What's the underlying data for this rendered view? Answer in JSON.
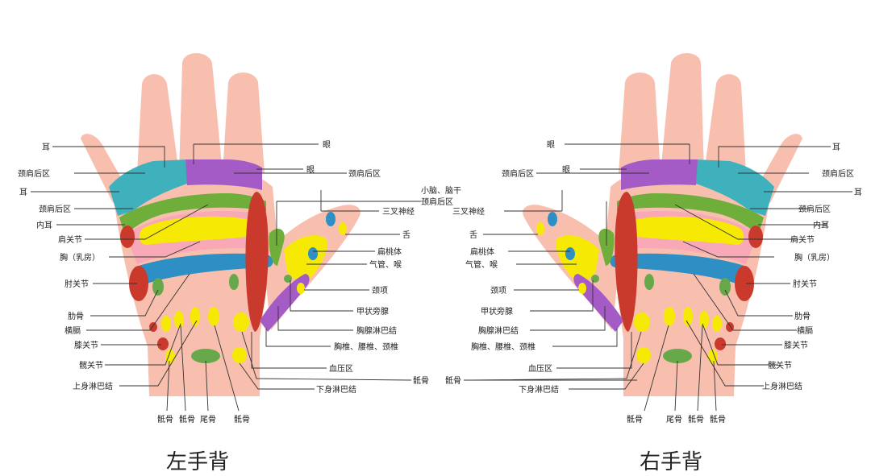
{
  "colors": {
    "skin": "#f8bfae",
    "pink": "#f8a8b6",
    "teal": "#3fb1bd",
    "purple": "#a55bc6",
    "green": "#6fae3a",
    "yellow": "#f6ea05",
    "red": "#c93a2c",
    "blue": "#2d8fc3",
    "olive": "#67a84a"
  },
  "left_hand": {
    "title": "左手背",
    "labels": {
      "ear_top": "耳",
      "neck_shoulder_back": "颈肩后区",
      "ear_side": "耳",
      "neck_shoulder_back_2": "颈肩后区",
      "inner_ear": "内耳",
      "shoulder_joint": "肩关节",
      "chest": "胸（乳房）",
      "elbow_joint": "肘关节",
      "rib": "肋骨",
      "diaphragm": "横膈",
      "knee_joint": "膝关节",
      "hip_joint": "髋关节",
      "upper_lymph": "上身淋巴结",
      "eye_top": "眼",
      "eye_mid": "眼",
      "neck_shoulder_back_r": "颈肩后区",
      "cerebellum": "小脑、脑干",
      "trigeminal": "三叉神经",
      "tongue": "舌",
      "tonsil": "扁桃体",
      "trachea": "气管、喉",
      "neck": "颈项",
      "parathyroid": "甲状旁腺",
      "thoracic_lymph": "胸腺淋巴结",
      "spine": "胸椎、腰椎、颈椎",
      "blood_pressure": "血压区",
      "sacrum_side": "骶骨",
      "lower_lymph": "下身淋巴结",
      "bottom_sacrum_1": "骶骨",
      "bottom_sacrum_2": "骶骨",
      "bottom_coccyx": "尾骨",
      "bottom_sacrum_3": "骶骨"
    }
  },
  "right_hand": {
    "title": "右手背",
    "labels": {
      "neck_shoulder_back_top": "颈肩后区",
      "trigeminal": "三叉神经",
      "tongue": "舌",
      "tonsil": "扁桃体",
      "trachea": "气管、喉",
      "neck": "颈项",
      "parathyroid": "甲状旁腺",
      "thoracic_lymph": "胸腺淋巴结",
      "spine": "胸椎、腰椎、颈椎",
      "blood_pressure": "血压区",
      "lower_lymph": "下身淋巴结",
      "eye_top": "眼",
      "eye_mid": "眼",
      "neck_shoulder_back_l": "颈肩后区",
      "ear_top": "耳",
      "neck_shoulder_back": "颈肩后区",
      "ear_side": "耳",
      "neck_shoulder_back_2": "颈肩后区",
      "inner_ear": "内耳",
      "shoulder_joint": "肩关节",
      "chest": "胸（乳房）",
      "elbow_joint": "肘关节",
      "rib": "肋骨",
      "diaphragm": "横膈",
      "knee_joint": "膝关节",
      "hip_joint": "髋关节",
      "upper_lymph": "上身淋巴结",
      "bottom_sacrum_1": "骶骨",
      "bottom_coccyx": "尾骨",
      "bottom_sacrum_2": "骶骨",
      "bottom_sacrum_3": "骶骨"
    }
  },
  "center_sacrum": "骶骨"
}
